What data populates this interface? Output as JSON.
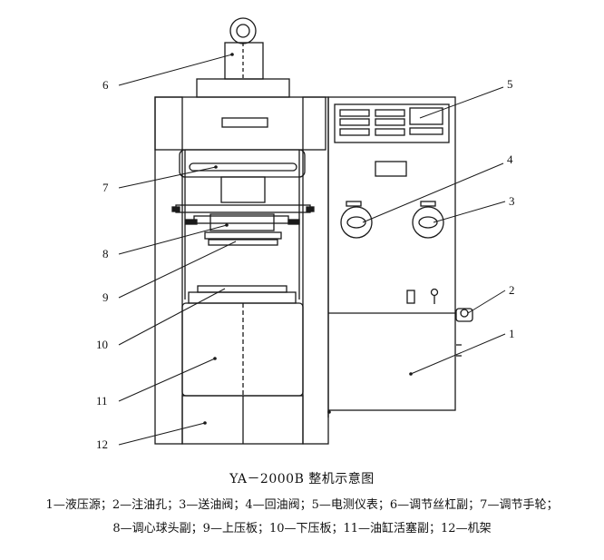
{
  "callouts": [
    "1",
    "2",
    "3",
    "4",
    "5",
    "6",
    "7",
    "8",
    "9",
    "10",
    "11",
    "12"
  ],
  "caption": {
    "title": "YA－2000B 整机示意图",
    "legend_line_1": "1—液压源；2—注油孔；3—送油阀；4—回油阀；5—电测仪表；6—调节丝杠副；7—调节手轮；",
    "legend_line_2": "8—调心球头副；9—上压板；10—下压板；11—油缸活塞副；12—机架"
  },
  "colors": {
    "ink": "#1a1a1a",
    "background": "#ffffff"
  }
}
